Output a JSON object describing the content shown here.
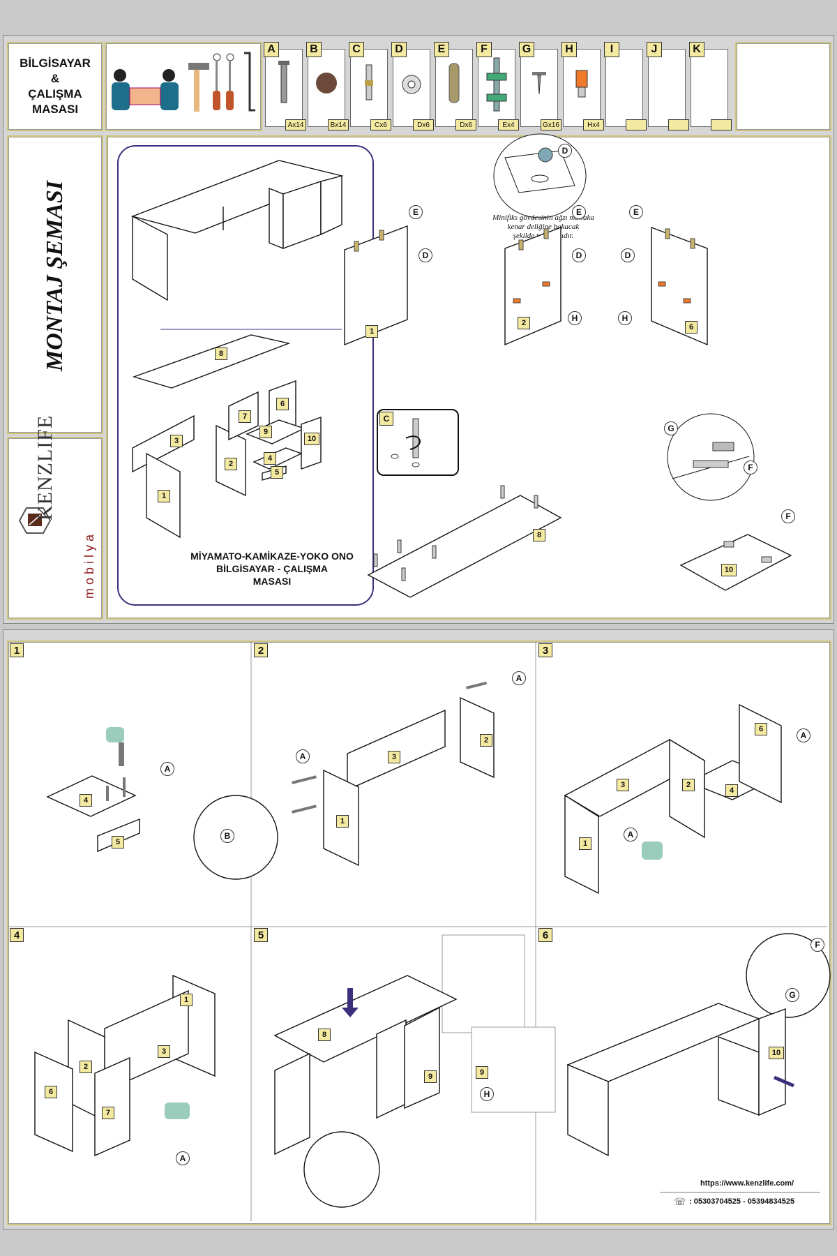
{
  "header": {
    "title_lines": [
      "BİLGİSAYAR",
      "&",
      "ÇALIŞMA",
      "MASASI"
    ]
  },
  "parts": [
    {
      "letter": "A",
      "qty": "Ax14"
    },
    {
      "letter": "B",
      "qty": "Bx14"
    },
    {
      "letter": "C",
      "qty": "Cx6"
    },
    {
      "letter": "D",
      "qty": "Dx6"
    },
    {
      "letter": "E",
      "qty": "Dx6"
    },
    {
      "letter": "F",
      "qty": "Ex4"
    },
    {
      "letter": "G",
      "qty": "Gx16"
    },
    {
      "letter": "H",
      "qty": "Hx4"
    },
    {
      "letter": "I",
      "qty": ""
    },
    {
      "letter": "J",
      "qty": ""
    },
    {
      "letter": "K",
      "qty": ""
    }
  ],
  "diagram": {
    "vertical_title": "MONTAJ ŞEMASI",
    "brand_name": "KENZLIFE",
    "brand_sub": "mobilya",
    "caption_lines": [
      "MİYAMATO-KAMİKAZE-YOKO ONO",
      "BİLGİSAYAR - ÇALIŞMA",
      "MASASI"
    ],
    "minifix_note_lines": [
      "Minifiks gövdesinin ağzı mutlaka",
      "kenar deliğine bakacak",
      "şekilde takılmalıdır."
    ],
    "panel_numbers": [
      "1",
      "2",
      "3",
      "4",
      "5",
      "6",
      "7",
      "8",
      "9",
      "10"
    ],
    "callouts": [
      "C",
      "D",
      "E",
      "F",
      "G",
      "H"
    ]
  },
  "steps": [
    {
      "num": "1",
      "callouts": [
        "A"
      ],
      "panels": [
        "4",
        "5"
      ]
    },
    {
      "num": "2",
      "callouts": [
        "A",
        "B"
      ],
      "panels": [
        "1",
        "2",
        "3"
      ]
    },
    {
      "num": "3",
      "callouts": [
        "A"
      ],
      "panels": [
        "1",
        "2",
        "3",
        "4",
        "6"
      ]
    },
    {
      "num": "4",
      "callouts": [
        "A"
      ],
      "panels": [
        "1",
        "2",
        "3",
        "6",
        "7"
      ]
    },
    {
      "num": "5",
      "callouts": [
        "H"
      ],
      "panels": [
        "8",
        "9"
      ]
    },
    {
      "num": "6",
      "callouts": [
        "F",
        "G"
      ],
      "panels": [
        "10"
      ]
    }
  ],
  "footer": {
    "url": "https://www.kenzlife.com/",
    "phones": ": 05303704525 - 05394834525"
  }
}
